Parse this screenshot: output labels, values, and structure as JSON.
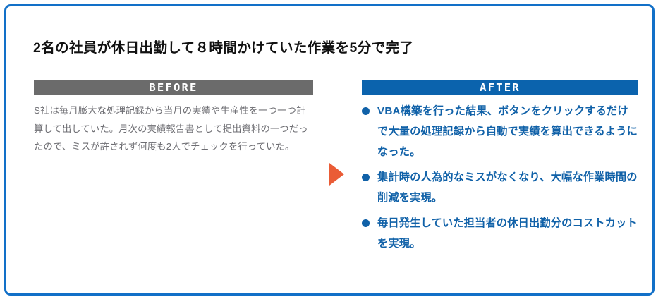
{
  "frame": {
    "border_color": "#1270c8"
  },
  "title": "2名の社員が休日出勤して８時間かけていた作業を5分で完了",
  "before": {
    "header_label": "BEFORE",
    "header_color": "#6b6b6b",
    "body_color": "#6e6e73",
    "body": "S社は毎月膨大な処理記録から当月の実績や生産性を一つ一つ計算して出していた。月次の実績報告書として提出資料の一つだったので、ミスが許されず何度も2人でチェックを行っていた。"
  },
  "arrow": {
    "icon": "triangle-right-icon",
    "color": "#ea5c36"
  },
  "after": {
    "header_label": "AFTER",
    "header_color": "#0b63ad",
    "text_color": "#1061a8",
    "bullets": [
      "VBA構築を行った結果、ボタンをクリックするだけで大量の処理記録から自動で実績を算出できるようになった。",
      "集計時の人為的なミスがなくなり、大幅な作業時間の削減を実現。",
      "毎日発生していた担当者の休日出勤分のコストカットを実現。"
    ]
  }
}
